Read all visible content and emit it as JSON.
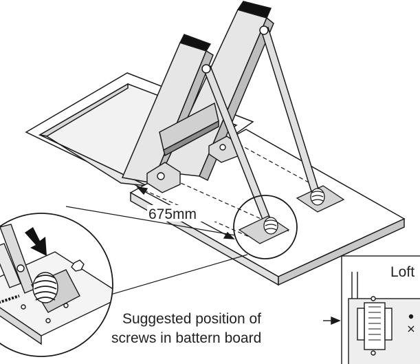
{
  "labels": {
    "dimension": "675mm",
    "suggestion_line1": "Suggested position of",
    "suggestion_line2": "screws in battern board",
    "inset_title": "Loft"
  },
  "colors": {
    "stroke": "#1a1a1a",
    "metal_light": "#e6e6e6",
    "metal_mid": "#bdbdbd",
    "metal_dark": "#8c8c8c",
    "cap": "#111111",
    "board": "#ffffff"
  }
}
